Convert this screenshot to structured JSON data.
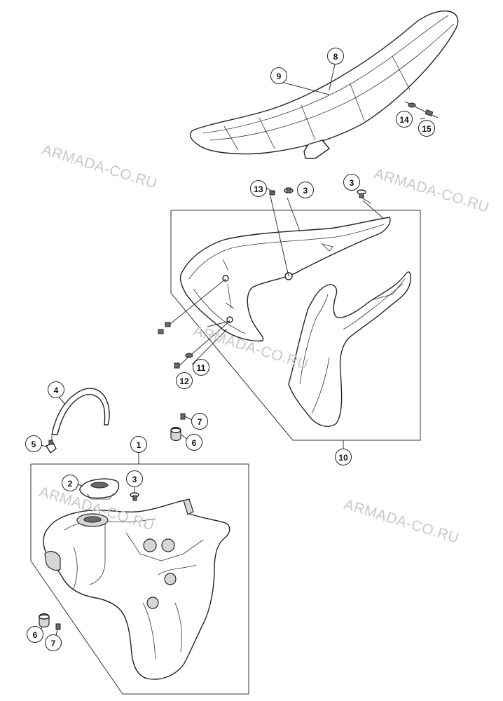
{
  "watermark": {
    "text": "ARMADA-CO.RU"
  },
  "callouts": {
    "c1": "1",
    "c2": "2",
    "c3a": "3",
    "c3b": "3",
    "c3c": "3",
    "c4": "4",
    "c5": "5",
    "c6a": "6",
    "c6b": "6",
    "c7a": "7",
    "c7b": "7",
    "c8": "8",
    "c9": "9",
    "c10": "10",
    "c11": "11",
    "c12": "12",
    "c13": "13",
    "c14": "14",
    "c15": "15"
  }
}
